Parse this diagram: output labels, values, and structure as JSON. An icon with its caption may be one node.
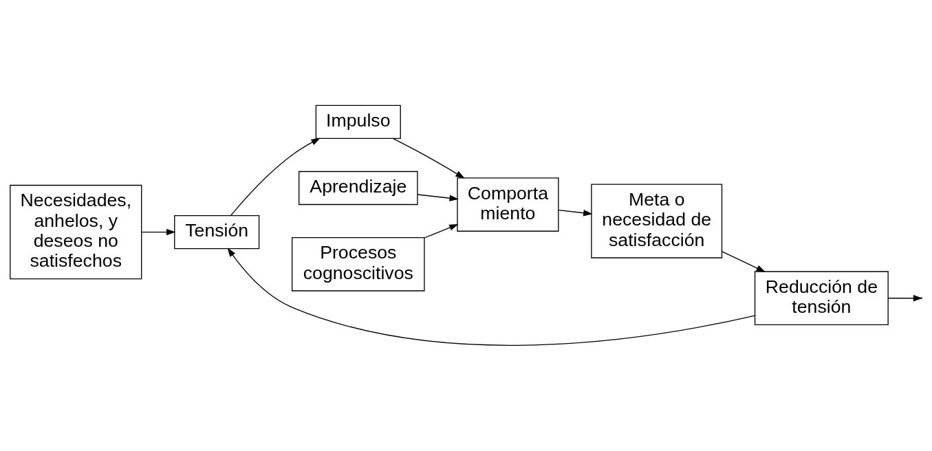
{
  "diagram": {
    "nodes": [
      {
        "text": [
          "Necesidades, anhelos, y deseos no satisfechos"
        ]
      },
      {
        "text": [
          "Tensión"
        ]
      },
      {
        "text": [
          "Impulso"
        ]
      },
      {
        "text": [
          "Aprendizaje"
        ]
      },
      {
        "text": [
          "Comporta miento"
        ]
      },
      {
        "text": [
          "Meta o necesidad de satisfacción"
        ]
      },
      {
        "text": [
          "Procesos cognoscitivos"
        ]
      },
      {
        "text": [
          "Reducción de tensión"
        ]
      }
    ],
    "edges": [
      {
        "from": 0,
        "to": 1,
        "arrow": "to"
      },
      {
        "from": 1,
        "to": 2,
        "arrow": "to"
      },
      {
        "from": 2,
        "to": 4,
        "arrow": "to"
      },
      {
        "from": 3,
        "to": 4,
        "arrow": "to"
      },
      {
        "from": 6,
        "to": 4,
        "arrow": "to"
      },
      {
        "from": 4,
        "to": 5,
        "arrow": "to"
      },
      {
        "from": 5,
        "to": 7,
        "arrow": "to"
      },
      {
        "from": 7,
        "to": 1,
        "arrow": "to"
      },
      {
        "from": 7,
        "to": null,
        "arrow": "to"
      }
    ]
  }
}
